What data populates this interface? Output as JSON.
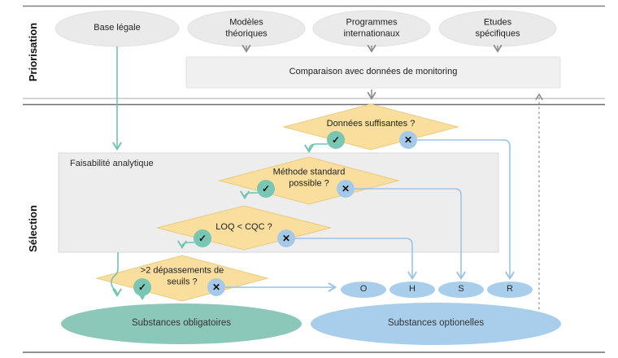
{
  "sections": {
    "top": "Priorisation",
    "bottom": "Sélection"
  },
  "sources": [
    {
      "label": "Base légale"
    },
    {
      "label": "Modèles théoriques"
    },
    {
      "label": "Programmes internationaux"
    },
    {
      "label": "Etudes spécifiques"
    }
  ],
  "comparison_box": {
    "label": "Comparaison avec données de monitoring"
  },
  "feasibility_box": {
    "label": "Faisabilité analytique"
  },
  "decisions": [
    {
      "question": "Données suffisantes ?"
    },
    {
      "question": "Méthode standard possible ?"
    },
    {
      "question": "LOQ < CQC ?"
    },
    {
      "question": ">2 dépassements de seuils ?"
    }
  ],
  "categories": [
    {
      "label": "O"
    },
    {
      "label": "H"
    },
    {
      "label": "S"
    },
    {
      "label": "R"
    }
  ],
  "outputs": {
    "mandatory": "Substances obligatoires",
    "optional": "Substances optionelles"
  },
  "icons": {
    "check": "✓",
    "cross": "✕"
  },
  "colors": {
    "teal": "#74C3B1",
    "teal_ellipse": "#8CC8BA",
    "blue_line": "#9DC3E4",
    "blue_circle": "#A5CAE9",
    "blue_ellipse": "#A8CEEC",
    "diamond_fill": "#F9DE9E",
    "diamond_stroke": "#ECCB80",
    "gray_box": "#EFEFEF",
    "gray_arrow": "#8C8C8C"
  }
}
